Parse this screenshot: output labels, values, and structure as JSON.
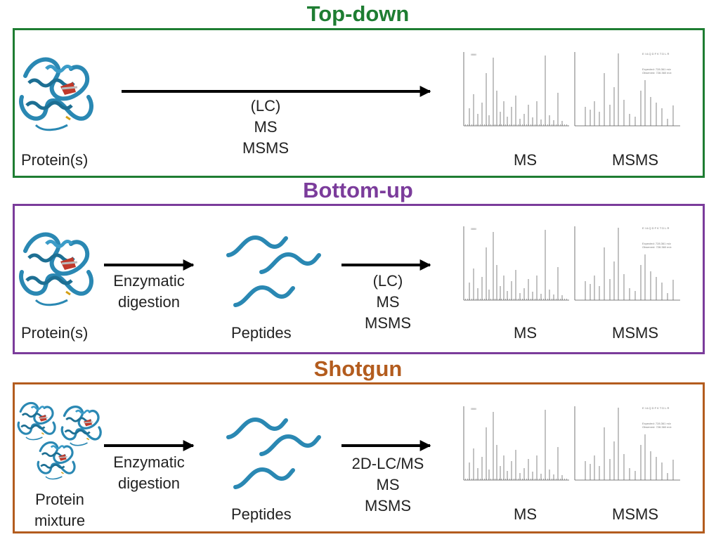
{
  "colors": {
    "topdown": "#1e7d32",
    "bottomup": "#7b3c9b",
    "shotgun": "#b35c1e",
    "protein": "#2a88b3",
    "arrow": "#000000"
  },
  "topdown": {
    "title": "Top-down",
    "protein_label": "Protein(s)",
    "arrow_label": [
      "(LC)",
      "MS",
      "MSMS"
    ],
    "ms_label": "MS",
    "msms_label": "MSMS"
  },
  "bottomup": {
    "title": "Bottom-up",
    "protein_label": "Protein(s)",
    "digest_label": [
      "Enzymatic",
      "digestion"
    ],
    "peptides_label": "Peptides",
    "arrow_label": [
      "(LC)",
      "MS",
      "MSMS"
    ],
    "ms_label": "MS",
    "msms_label": "MSMS"
  },
  "shotgun": {
    "title": "Shotgun",
    "protein_label": [
      "Protein",
      "mixture"
    ],
    "digest_label": [
      "Enzymatic",
      "digestion"
    ],
    "peptides_label": "Peptides",
    "arrow_label": [
      "2D-LC/MS",
      "MS",
      "MSMS"
    ],
    "ms_label": "MS",
    "msms_label": "MSMS"
  },
  "spectrum_small_text": {
    "sequence": "E I A Q D F K T D L R",
    "expected": "Expected: 728.361 m/z",
    "observed": "Observed: 728.360 m/z"
  }
}
